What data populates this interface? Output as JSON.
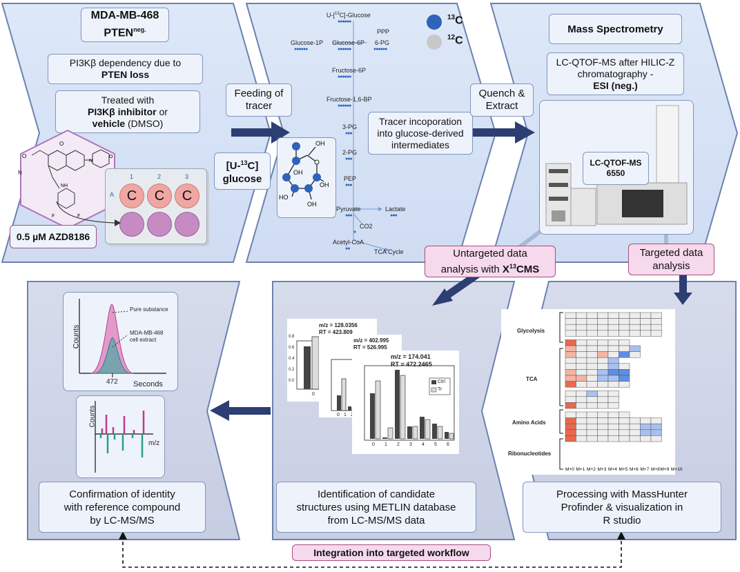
{
  "panel1": {
    "title_main": "MDA-MB-468",
    "title_sub": "PTEN",
    "title_sup": "neg.",
    "dependency_line1": "PI3Kβ dependency due to",
    "dependency_bold": "PTEN loss",
    "treated_line1": "Treated with",
    "treated_bold1": "PI3Kβ inhibitor",
    "treated_or": " or",
    "treated_bold2": "vehicle",
    "treated_tail": " (DMSO)",
    "drug_label": "0.5 µM AZD8186",
    "plate_cols": [
      "1",
      "2",
      "3"
    ],
    "plate_row": "A",
    "well_letter": "C"
  },
  "feeding": {
    "line1": "Feeding of",
    "line2": "tracer"
  },
  "glucose_label": {
    "pre": "[U-",
    "sup": "13",
    "post": "C]",
    "line2": "glucose"
  },
  "glucose_ring": {
    "oh_labels": [
      "OH",
      "OH",
      "OH",
      "HO",
      "OH"
    ]
  },
  "legend": {
    "c13": "13",
    "c12": "12",
    "c_letter": "C"
  },
  "pathway": {
    "u13c_pre": "U-[",
    "u13c_sup": "13",
    "u13c_post": "C]-Glucose",
    "ppp": "PPP",
    "glucose1p": "Glucose-1P",
    "glucose6p": "Glucose-6P",
    "pg6": "6-PG",
    "fructose6p": "Fructose-6P",
    "fructose16bp": "Fructose-1,6-BP",
    "pg3": "3-PG",
    "pg2": "2-PG",
    "pep": "PEP",
    "pyruvate": "Pyruvate",
    "lactate": "Lactate",
    "co2": "CO2",
    "acetylcoa": "Acetyl-CoA",
    "tca_cycle": "TCA Cycle"
  },
  "tracer_incorporation": [
    "Tracer incoporation",
    "into glucose-derived",
    "intermediates"
  ],
  "quench": {
    "line1": "Quench &",
    "line2": "Extract"
  },
  "mass_spec": {
    "title": "Mass Spectrometry",
    "method_line1": "LC-QTOF-MS after HILIC-Z",
    "method_line2": "chromatography -",
    "method_bold": "ESI (neg.)",
    "instrument_line1": "LC-QTOF-MS",
    "instrument_line2": "6550"
  },
  "untargeted": {
    "line1": "Untargeted data",
    "line2": "analysis with  ",
    "bold_x": "X",
    "sup": "13",
    "bold_tail": "CMS"
  },
  "targeted": {
    "line1": "Targeted data",
    "line2": "analysis"
  },
  "chromatogram": {
    "pure": "Pure substance",
    "extract_line1": "MDA-MB-468",
    "extract_line2": "cell extract",
    "xlabel": "Seconds",
    "ylabel": "Counts",
    "tick": "472"
  },
  "msms": {
    "ylabel": "Counts",
    "xlabel": "m/z"
  },
  "confirmation": [
    "Confirmation of identity",
    "with reference compound",
    "by LC-MS/MS"
  ],
  "identification": [
    "Identification of candidate",
    "structures using METLIN database",
    "from LC-MS/MS data"
  ],
  "processing": [
    "Processing with MassHunter",
    "Profinder & visualization in",
    "R studio"
  ],
  "integration": "Integration into targeted workflow",
  "barplots": {
    "p1_mz": "m/z =  128.0356",
    "p1_rt": "RT =  423.809",
    "p2_mz": "m/z =  402.995",
    "p2_rt": "RT =  526.995",
    "p3_mz": "m/z =  174.041",
    "p3_rt": "RT =  472.2465",
    "legend_ctrl": "Ctrl",
    "legend_tr": "Tr",
    "p1_y": [
      "0.8",
      "0.6",
      "0.4",
      "0.2",
      "0.0"
    ],
    "p1_x": [
      "0"
    ],
    "p2_x": [
      "0",
      "1",
      "2"
    ],
    "p3_x": [
      "0",
      "1",
      "2",
      "3",
      "4",
      "5",
      "6"
    ]
  },
  "heatmap": {
    "groups": [
      "Glycolysis",
      "TCA",
      "Amino Acids",
      "Ribonucleotides"
    ],
    "columns": [
      "M+0",
      "M+1",
      "M+2",
      "M+3",
      "M+4",
      "M+5",
      "M+6",
      "M+7",
      "M+8",
      "M+9",
      "M+10"
    ],
    "colors": {
      "high": "#e8694f",
      "mid": "#f5b5a2",
      "low": "#a9c0f0",
      "lowstrong": "#5f8ee3",
      "grey": "#eeeeee"
    }
  }
}
